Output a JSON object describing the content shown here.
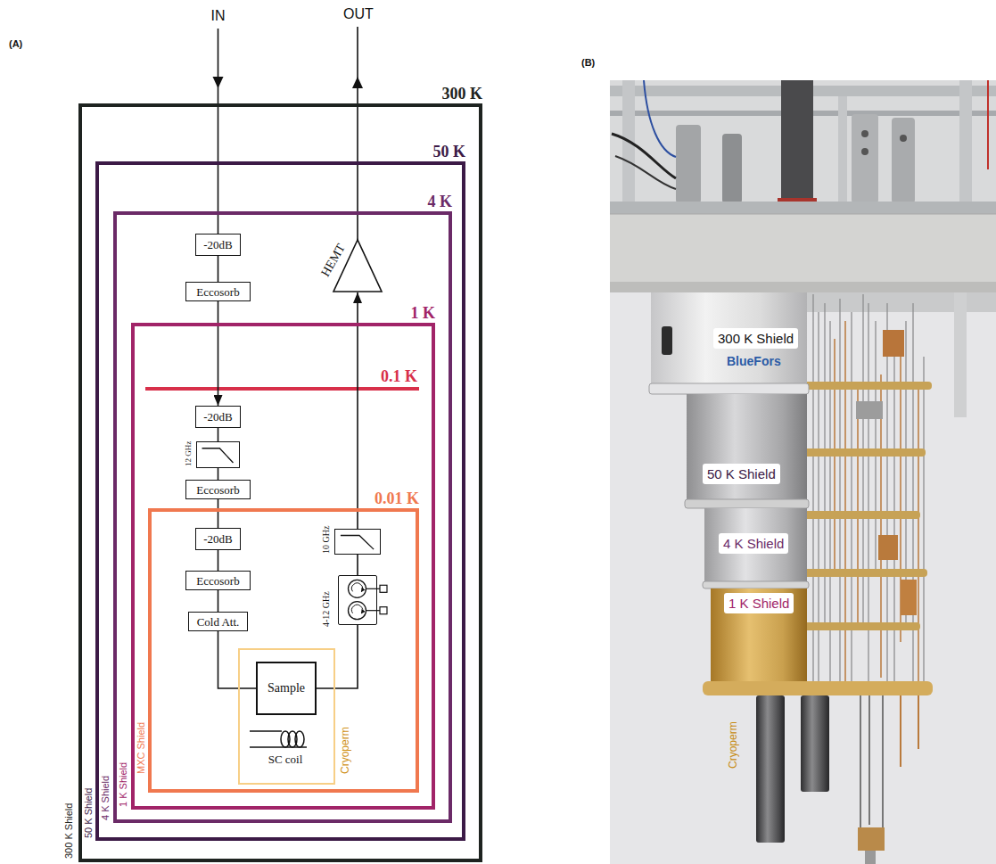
{
  "diagram": {
    "nodes": [
      {
        "text": [
          "300 K",
          "300 K Shield"
        ]
      },
      {
        "text": [
          "50 K",
          "50 K Shield"
        ],
        "in": 0
      },
      {
        "text": [
          "4 K",
          "4 K Shield"
        ],
        "in": 1
      },
      {
        "text": [
          "-20dB"
        ],
        "in": 2
      },
      {
        "text": [
          "Eccosorb"
        ],
        "in": 2
      },
      {
        "text": [
          "HEMT"
        ],
        "in": 2
      },
      {
        "text": [
          "1 K",
          "1 K Shield"
        ],
        "in": 2
      },
      {
        "text": [
          "-20dB"
        ],
        "in": 6
      },
      {
        "text": [
          "12 GHz"
        ],
        "in": 6
      },
      {
        "text": [
          "Eccosorb"
        ],
        "in": 6
      },
      {
        "text": [
          "0.01 K",
          "MXC Shield"
        ],
        "in": 6
      },
      {
        "text": [
          "-20dB"
        ],
        "in": 10
      },
      {
        "text": [
          "Eccosorb"
        ],
        "in": 10
      },
      {
        "text": [
          "Cold Att."
        ],
        "in": 10
      },
      {
        "text": [
          "10 GHz"
        ],
        "in": 10
      },
      {
        "text": [
          "4-12 GHz"
        ],
        "in": 10
      },
      {
        "text": [
          "Cryoperm"
        ],
        "in": 10
      },
      {
        "text": [
          "Sample"
        ],
        "in": 16
      }
    ],
    "edges": [
      {
        "from": 3,
        "to": 4,
        "arrow": "none"
      },
      {
        "from": 4,
        "to": 7,
        "arrow": "to"
      },
      {
        "from": 7,
        "to": 8,
        "arrow": "none"
      },
      {
        "from": 8,
        "to": 9,
        "arrow": "none"
      },
      {
        "from": 9,
        "to": 11,
        "arrow": "none"
      },
      {
        "from": 11,
        "to": 12,
        "arrow": "none"
      },
      {
        "from": 12,
        "to": 13,
        "arrow": "none"
      },
      {
        "from": 13,
        "to": 17,
        "arrow": "none"
      },
      {
        "from": 17,
        "to": 15,
        "arrow": "none"
      },
      {
        "from": 15,
        "to": 14,
        "arrow": "none"
      },
      {
        "from": 14,
        "to": 5,
        "arrow": "to"
      }
    ],
    "labels": [
      "(A)",
      "IN",
      "OUT",
      "0.1 K",
      "SC coil",
      "(B)",
      "300 K Shield",
      "BlueFors",
      "50 K Shield",
      "4 K Shield",
      "1 K Shield",
      "Cryoperm"
    ]
  }
}
